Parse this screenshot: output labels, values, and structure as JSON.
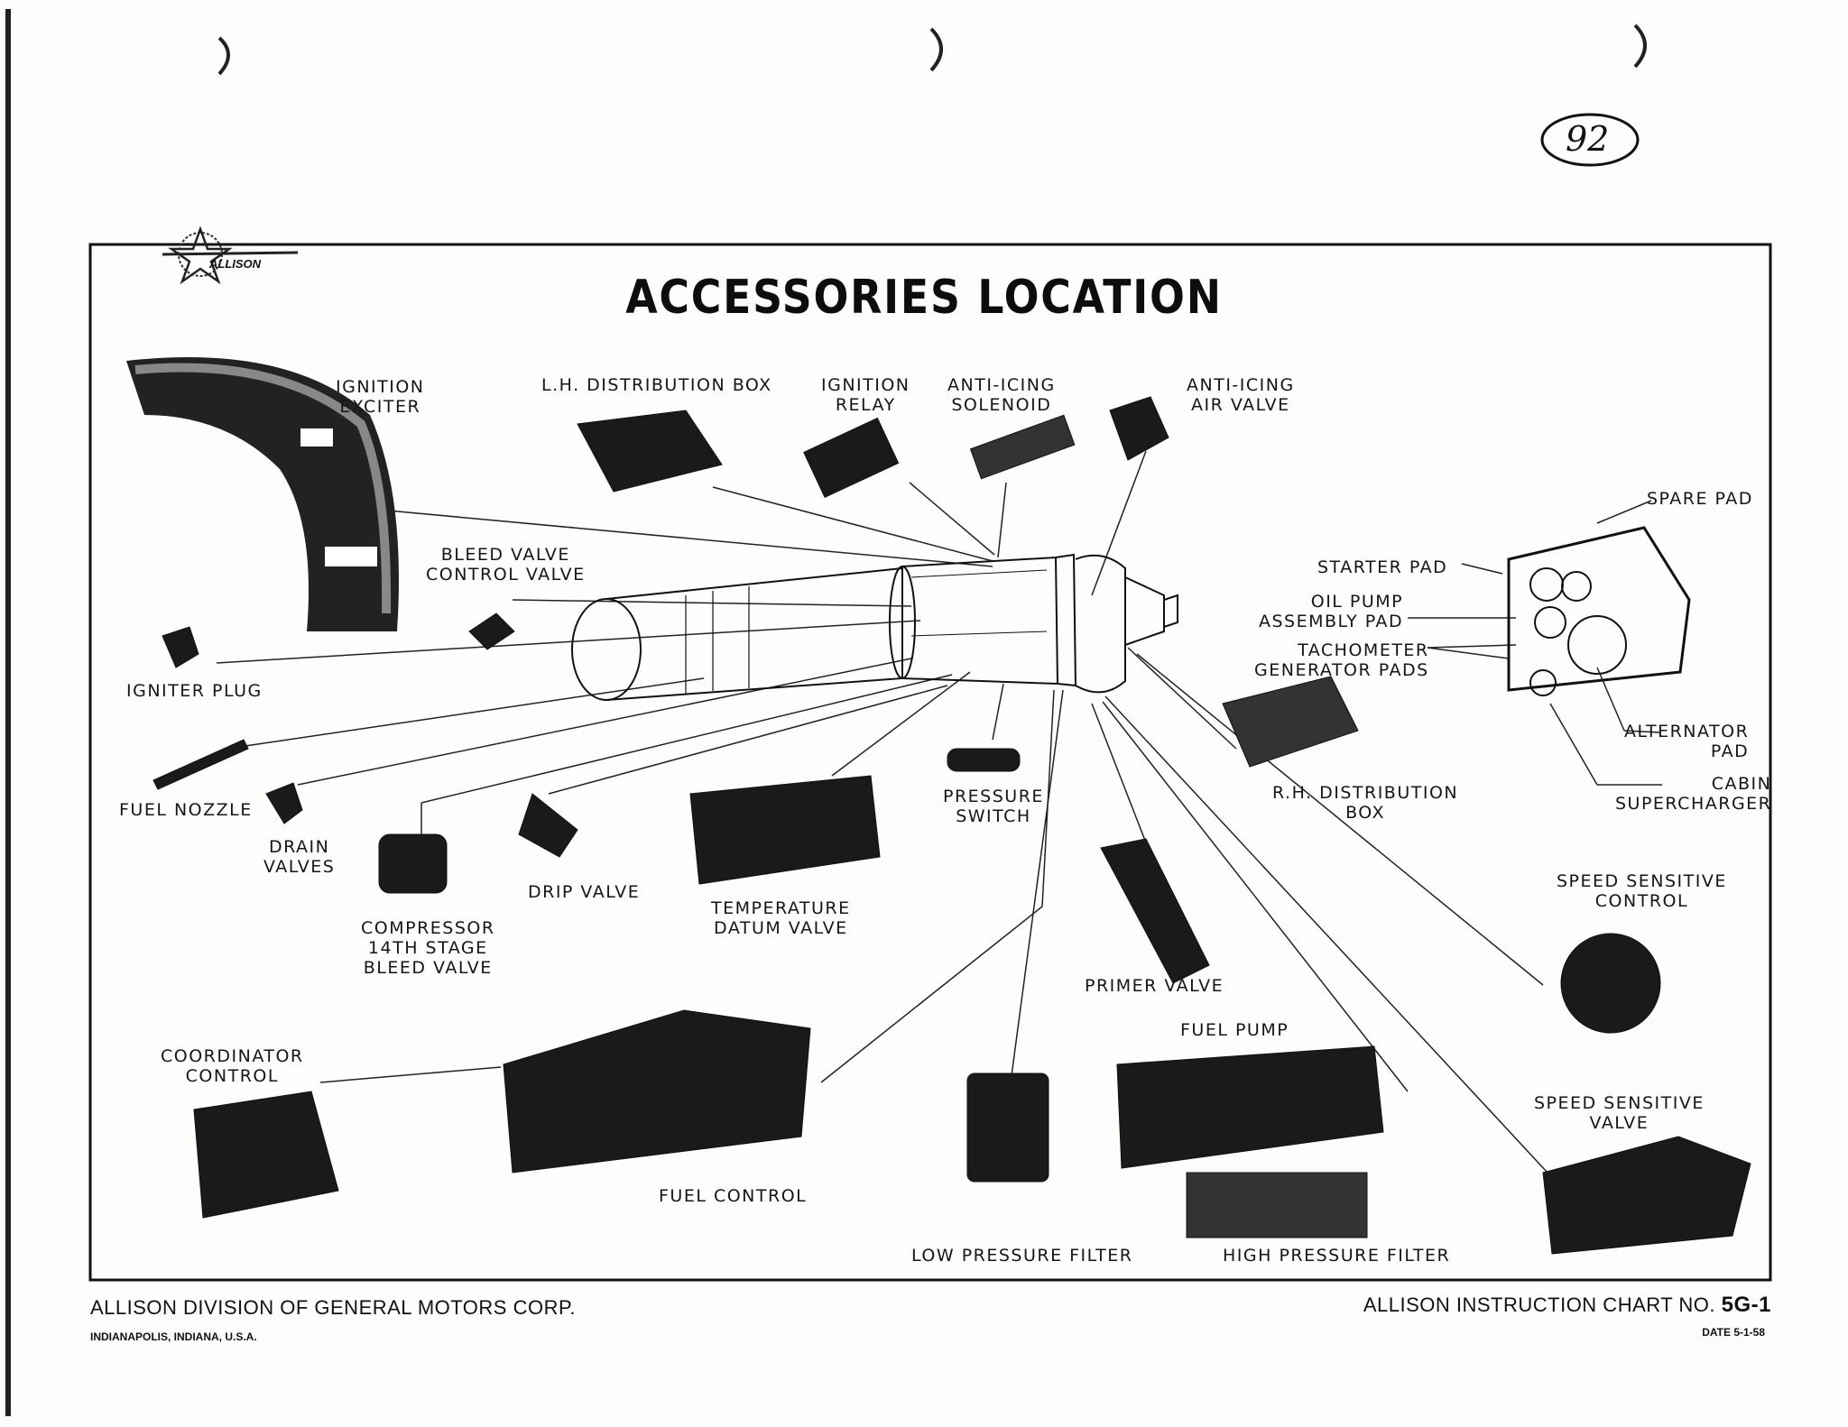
{
  "page": {
    "handwritten_number": "92"
  },
  "brand_logo": {
    "text": "ALLISON"
  },
  "title": "ACCESSORIES LOCATION",
  "labels": {
    "ignition_exciter": "IGNITION\nEXCITER",
    "lh_distribution_box": "L.H. DISTRIBUTION BOX",
    "ignition_relay": "IGNITION\nRELAY",
    "anti_icing_solenoid": "ANTI-ICING\nSOLENOID",
    "anti_icing_air_valve": "ANTI-ICING\nAIR VALVE",
    "spare_pad": "SPARE PAD",
    "starter_pad": "STARTER PAD",
    "oil_pump_assembly_pad": "OIL PUMP\nASSEMBLY PAD",
    "tachometer_generator_pads": "TACHOMETER\nGENERATOR PADS",
    "alternator_pad": "ALTERNATOR\nPAD",
    "cabin_supercharger": "CABIN\nSUPERCHARGER",
    "bleed_valve_control_valve": "BLEED VALVE\nCONTROL VALVE",
    "igniter_plug": "IGNITER PLUG",
    "fuel_nozzle": "FUEL NOZZLE",
    "drain_valves": "DRAIN\nVALVES",
    "compressor_bleed_valve": "COMPRESSOR\n14TH STAGE\nBLEED VALVE",
    "drip_valve": "DRIP VALVE",
    "temperature_datum_valve": "TEMPERATURE\nDATUM VALVE",
    "pressure_switch": "PRESSURE\nSWITCH",
    "rh_distribution_box": "R.H. DISTRIBUTION\nBOX",
    "speed_sensitive_control": "SPEED SENSITIVE\nCONTROL",
    "primer_valve": "PRIMER VALVE",
    "fuel_pump": "FUEL PUMP",
    "coordinator_control": "COORDINATOR\nCONTROL",
    "fuel_control": "FUEL CONTROL",
    "low_pressure_filter": "LOW PRESSURE FILTER",
    "high_pressure_filter": "HIGH PRESSURE FILTER",
    "speed_sensitive_valve": "SPEED SENSITIVE\nVALVE"
  },
  "footer": {
    "company": "ALLISON DIVISION OF GENERAL MOTORS CORP.",
    "location": "INDIANAPOLIS, INDIANA, U.S.A.",
    "chart_prefix": "ALLISON INSTRUCTION CHART NO.",
    "chart_number": "5G-1",
    "date_label": "DATE",
    "date": "5-1-58"
  },
  "colors": {
    "ink": "#111111",
    "paper": "#fdfdfb"
  }
}
